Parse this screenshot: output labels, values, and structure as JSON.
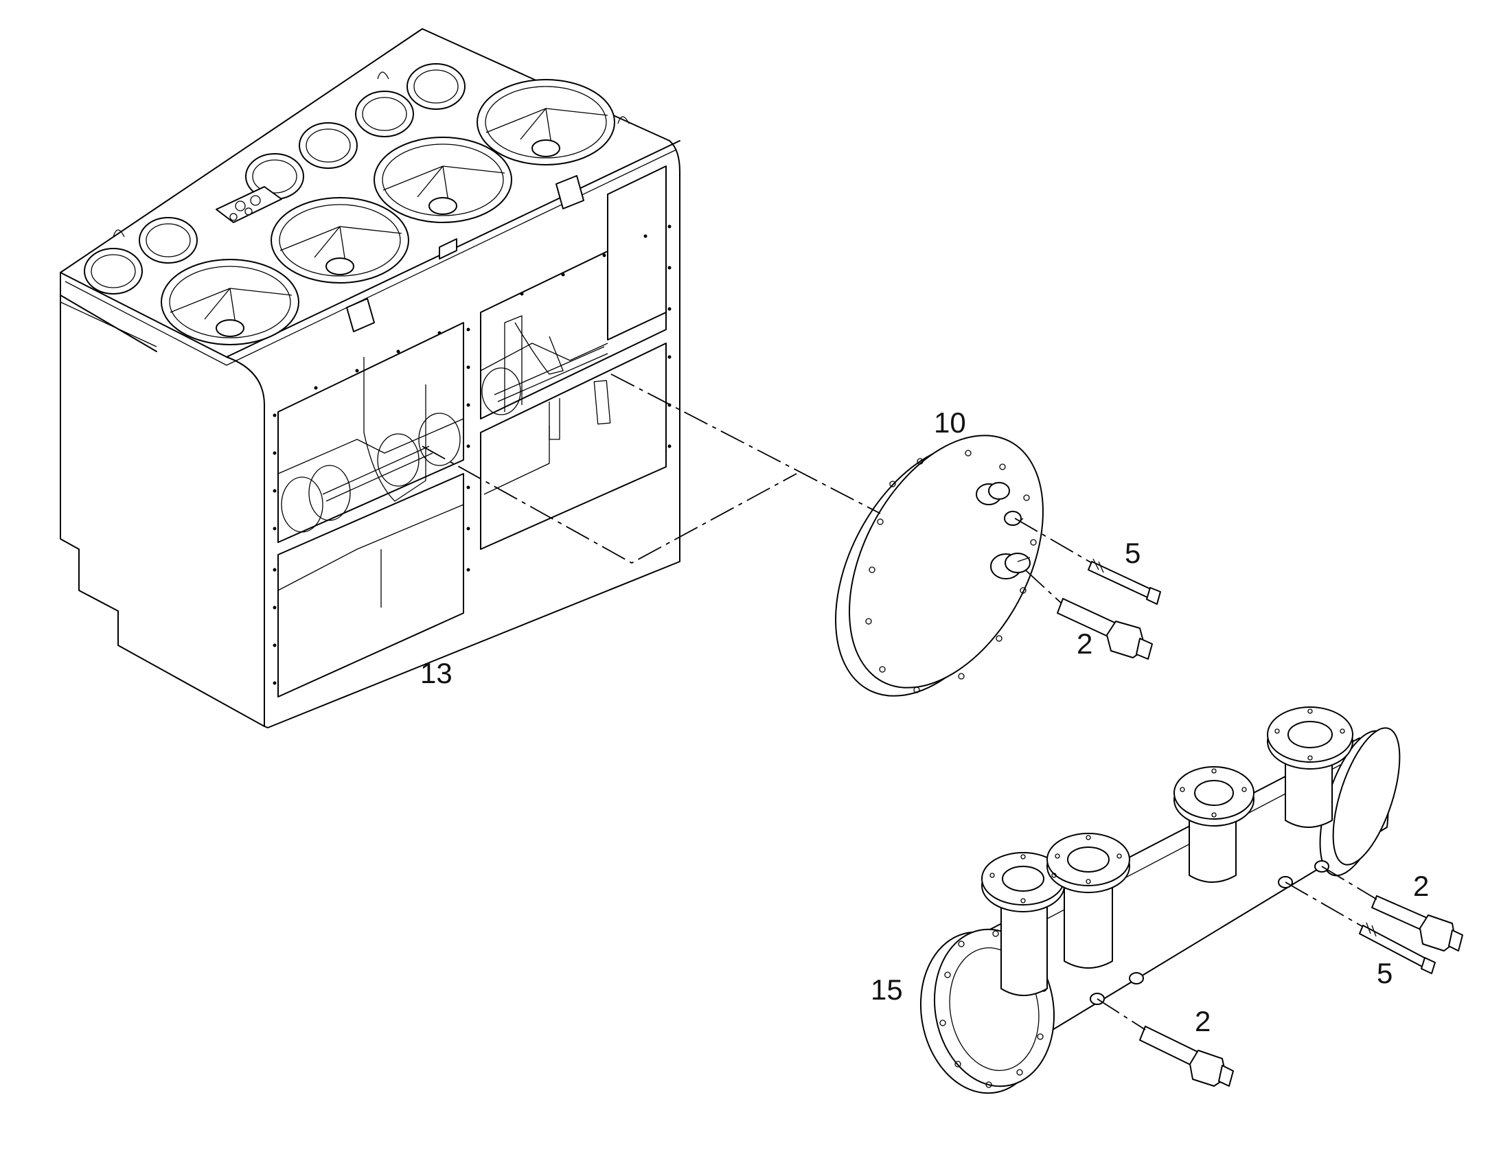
{
  "callouts": {
    "housing": "13",
    "cover_plate": "10",
    "plate_pin": "5",
    "plate_sensor": "2",
    "manifold": "15",
    "manifold_sensor_upper": "2",
    "manifold_pin": "5",
    "manifold_sensor_lower": "2"
  },
  "colors": {
    "line": "#000000",
    "background": "#ffffff"
  }
}
